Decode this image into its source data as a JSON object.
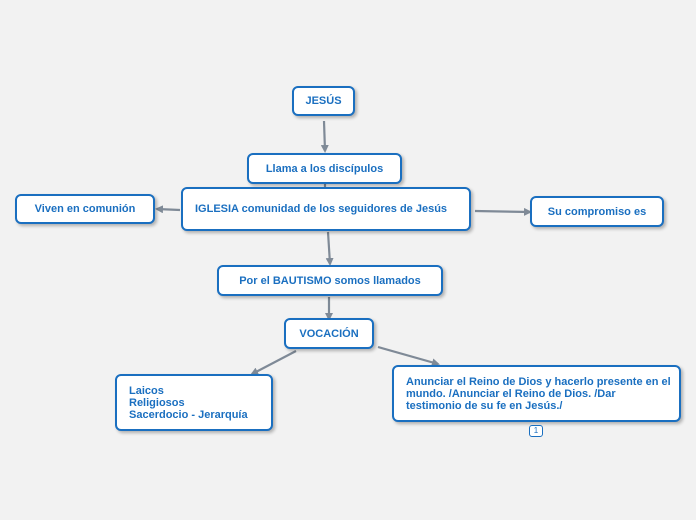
{
  "colors": {
    "accent": "#1a6fc0",
    "background": "#f2f2f2",
    "connector": "#7f8a97"
  },
  "nodes": {
    "jesus": "JESÚS",
    "llama": "Llama a los discípulos",
    "iglesia": "IGLESIA comunidad de los seguidores de Jesús",
    "comunion": "Viven en comunión",
    "compromiso": "Su compromiso es",
    "bautismo": "Por el BAUTISMO somos llamados",
    "vocacion": "VOCACIÓN",
    "laicos": "Laicos\nReligiosos\nSacerdocio - Jerarquía",
    "anunciar": "Anunciar el Reino de Dios y hacerlo presente en el mundo. /Anunciar el Reino de Dios. /Dar testimonio de su fe en Jesús./"
  },
  "badges": {
    "anunciar_count": "1"
  }
}
